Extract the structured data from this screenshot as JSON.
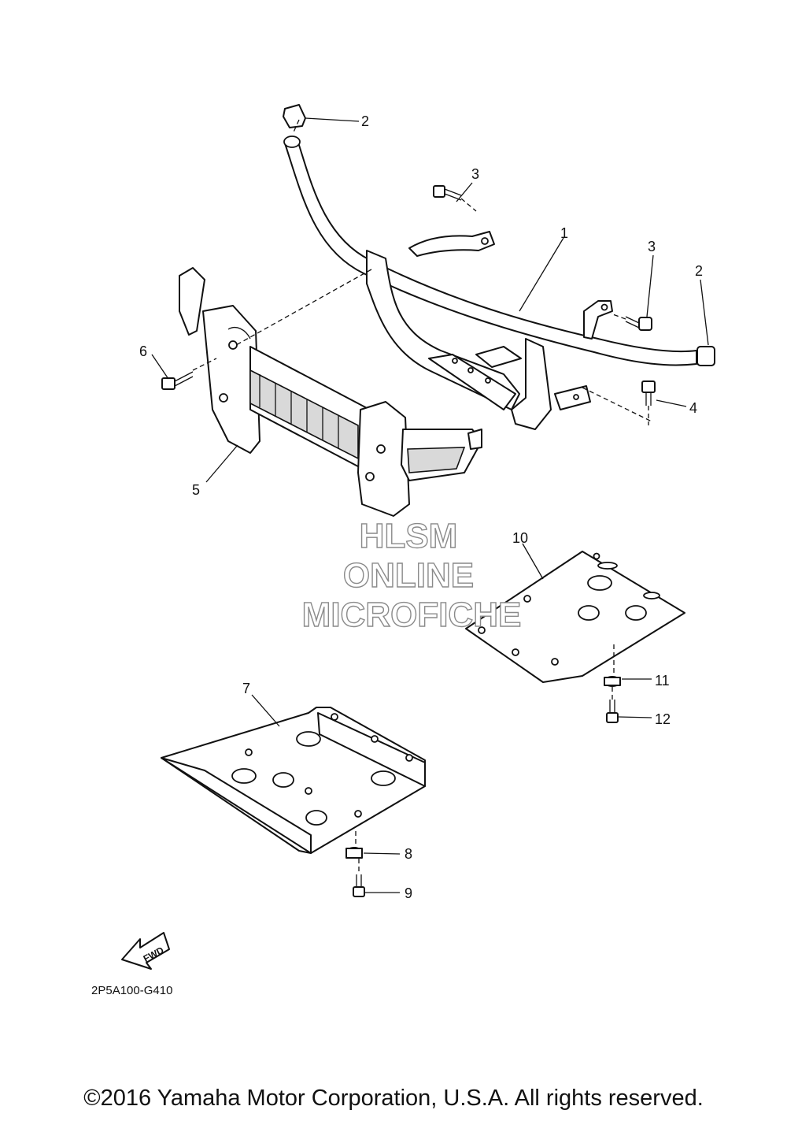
{
  "callouts": {
    "c1": "1",
    "c2a": "2",
    "c2b": "2",
    "c3a": "3",
    "c3b": "3",
    "c4": "4",
    "c5": "5",
    "c6": "6",
    "c7": "7",
    "c8": "8",
    "c9": "9",
    "c10": "10",
    "c11": "11",
    "c12": "12"
  },
  "watermark": {
    "line1": "HLSM",
    "line2": "ONLINE",
    "line3": "MICROFICHE"
  },
  "fwd_label": "FWD",
  "diagram_code": "2P5A100-G410",
  "copyright": "©2016 Yamaha Motor Corporation, U.S.A. All rights reserved."
}
